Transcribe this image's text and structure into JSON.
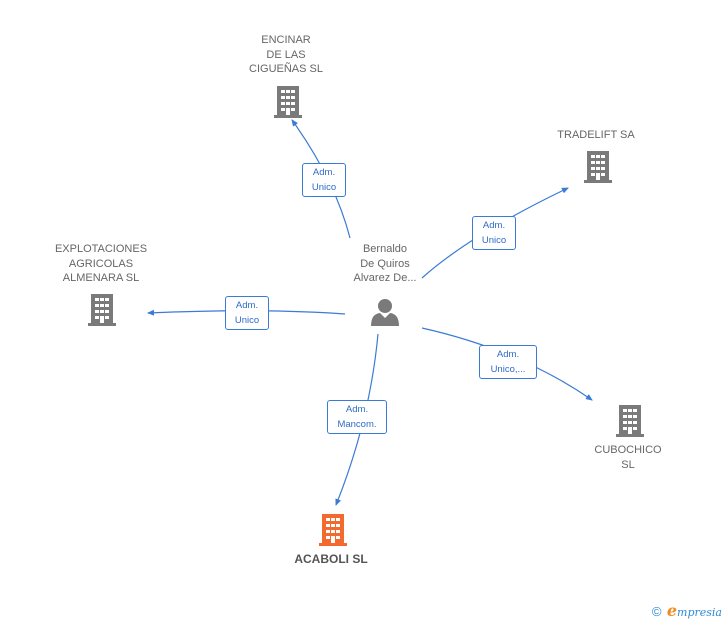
{
  "center": {
    "name": "Bernaldo\nDe Quiros\nAlvarez De..."
  },
  "companies": [
    {
      "id": "encinar",
      "name": "ENCINAR\nDE LAS\nCIGUEÑAS  SL"
    },
    {
      "id": "tradelift",
      "name": "TRADELIFT SA"
    },
    {
      "id": "explotaciones",
      "name": "EXPLOTACIONES\nAGRICOLAS\nALMENARA  SL"
    },
    {
      "id": "cubochico",
      "name": "CUBOCHICO\nSL"
    },
    {
      "id": "acaboli",
      "name": "ACABOLI  SL",
      "highlight": true
    }
  ],
  "edges": [
    {
      "to": "encinar",
      "label": "Adm.\nUnico"
    },
    {
      "to": "tradelift",
      "label": "Adm.\nUnico"
    },
    {
      "to": "explotaciones",
      "label": "Adm.\nUnico"
    },
    {
      "to": "cubochico",
      "label": "Adm.\nUnico,..."
    },
    {
      "to": "acaboli",
      "label": "Adm.\nMancom."
    }
  ],
  "colors": {
    "edge": "#3a7bd5",
    "building": "#7a7a7a",
    "building_highlight": "#f26a2e",
    "person": "#7a7a7a"
  },
  "footer": {
    "copyright": "©",
    "brand_initial": "e",
    "brand_rest": "mpresia"
  }
}
